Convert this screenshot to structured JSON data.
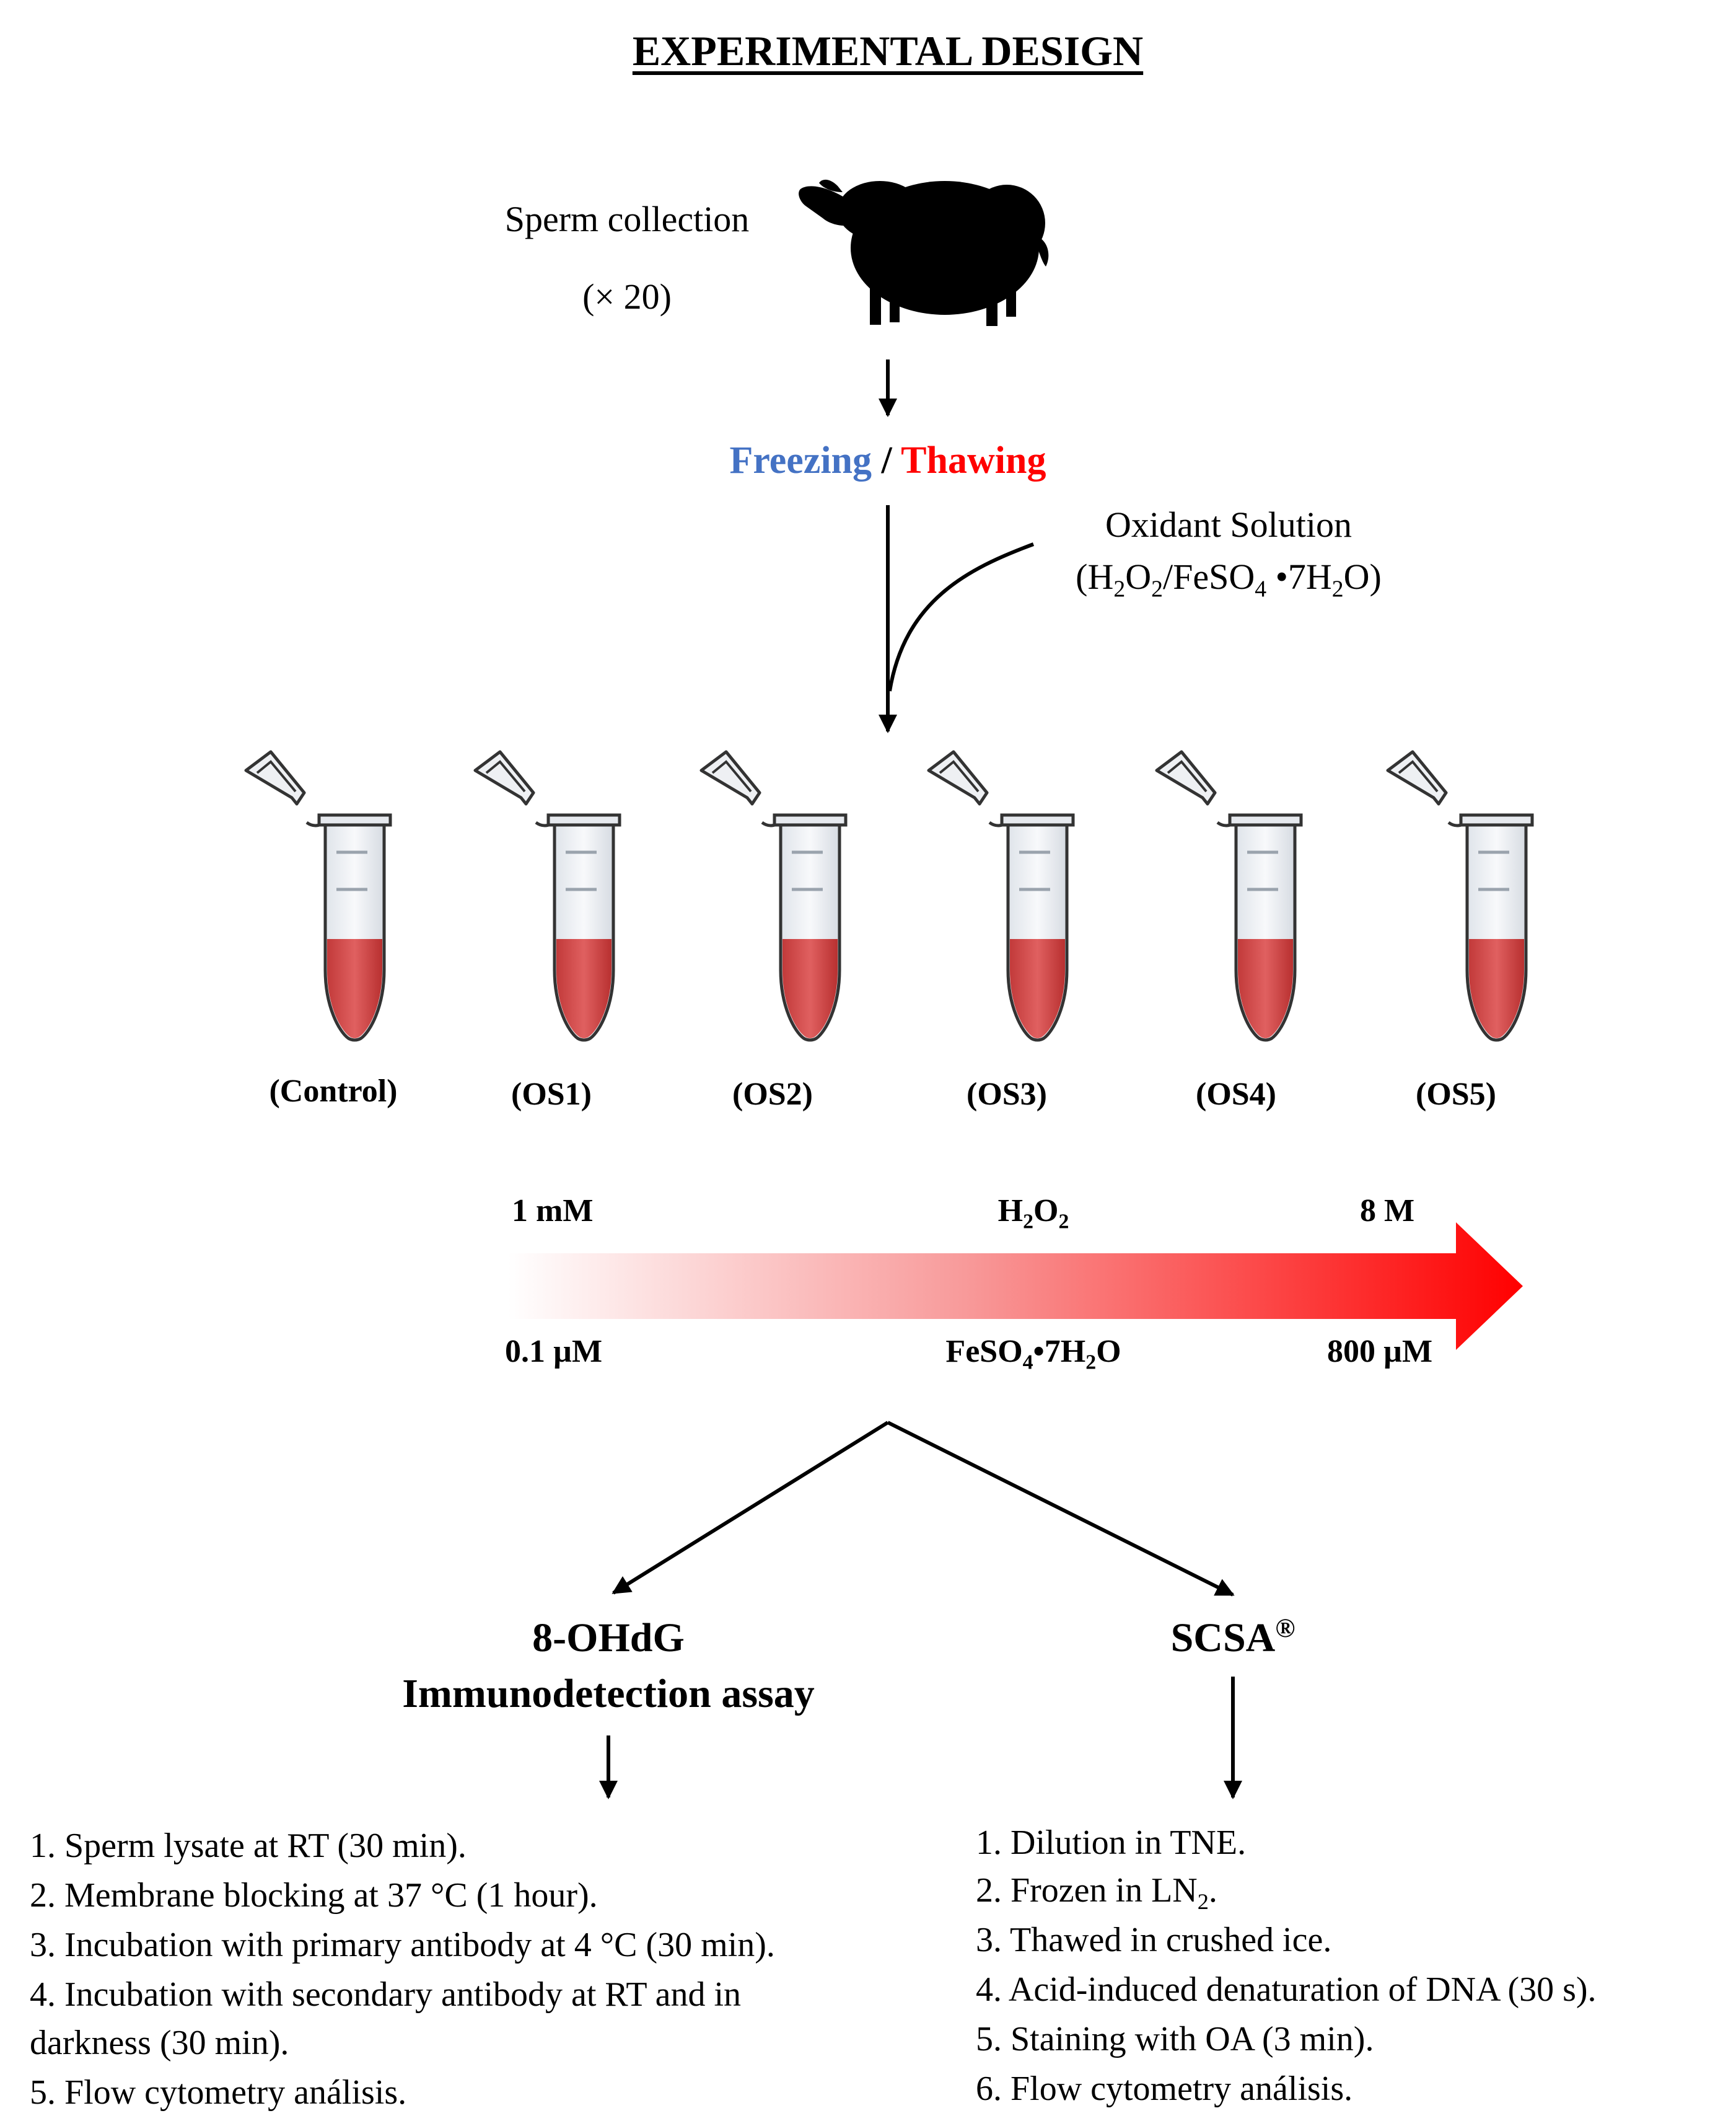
{
  "title": "EXPERIMENTAL DESIGN",
  "collection": {
    "label": "Sperm collection",
    "count": "(× 20)",
    "icon": "sheep-icon"
  },
  "freezing": {
    "word1": "Freezing",
    "sep": " / ",
    "word2": "Thawing",
    "color1": "#4472c4",
    "color2": "#ff0000"
  },
  "oxidant": {
    "line1": "Oxidant Solution",
    "line2_a": "(H",
    "line2_b": "2",
    "line2_c": "O",
    "line2_d": "2",
    "line2_e": "/FeSO",
    "line2_f": "4",
    "line2_g": " •7H",
    "line2_h": "2",
    "line2_i": "O)"
  },
  "tubes": [
    {
      "label": "(Control)"
    },
    {
      "label": "(OS1)"
    },
    {
      "label": "(OS2)"
    },
    {
      "label": "(OS3)"
    },
    {
      "label": "(OS4)"
    },
    {
      "label": "(OS5)"
    }
  ],
  "gradient": {
    "top_left": "1 mM",
    "top_mid_a": "H",
    "top_mid_b": "2",
    "top_mid_c": "O",
    "top_mid_d": "2",
    "top_right": "8 M",
    "bottom_left": "0.1 µM",
    "bottom_mid_a": "FeSO",
    "bottom_mid_b": "4",
    "bottom_mid_c": "•7H",
    "bottom_mid_d": "2",
    "bottom_mid_e": "O",
    "bottom_right": "800 µM",
    "color_start": "#ffffff",
    "color_end": "#ff0000"
  },
  "left_method": {
    "line1": "8-OHdG",
    "line2": "Immunodetection assay",
    "steps": [
      "1. Sperm lysate at RT (30 min).",
      "2. Membrane blocking at 37 °C (1 hour).",
      "3. Incubation with primary antibody at 4 °C (30 min).",
      "4.  Incubation  with  secondary  antibody  at  RT  and  in",
      "darkness (30 min).",
      "5. Flow cytometry análisis."
    ]
  },
  "right_method": {
    "name": "SCSA",
    "mark": "®",
    "steps": [
      "1. Dilution in TNE.",
      "2. Frozen in LN",
      "3. Thawed in crushed ice.",
      "4. Acid-induced denaturation of DNA (30 s).",
      "5. Staining with OA (3 min).",
      "6. Flow cytometry análisis."
    ],
    "step2_sub": "2"
  }
}
